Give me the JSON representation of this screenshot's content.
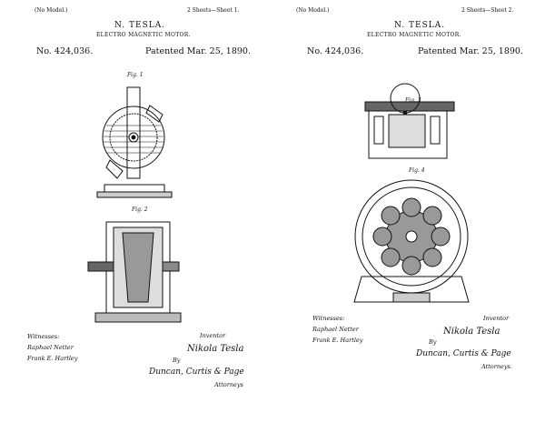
{
  "sheet1": {
    "model": "(No Model.)",
    "sheets": "2 Sheets—Sheet 1.",
    "inventor_name": "N. TESLA.",
    "title": "ELECTRO MAGNETIC MOTOR.",
    "patent_no": "No. 424,036.",
    "patented": "Patented Mar. 25, 1890.",
    "fig1": "Fig. 1",
    "fig2": "Fig. 2",
    "witnesses_label": "Witnesses:",
    "witness1": "Raphael Netter",
    "witness2": "Frank E. Hartley",
    "inventor_label": "Inventor",
    "signature": "Nikola Tesla",
    "by": "By",
    "attorney_sig": "Duncan, Curtis & Page",
    "attorneys_label": "Attorneys"
  },
  "sheet2": {
    "model": "(No Model.)",
    "sheets": "2 Sheets—Sheet 2.",
    "inventor_name": "N. TESLA.",
    "title": "ELECTRO MAGNETIC MOTOR.",
    "patent_no": "No. 424,036.",
    "patented": "Patented Mar. 25, 1890.",
    "fig3": "Fig. 3",
    "fig4": "Fig. 4",
    "witnesses_label": "Witnesses:",
    "witness1": "Raphael Netter",
    "witness2": "Frank E. Hartley",
    "inventor_label": "Inventor",
    "signature": "Nikola Tesla",
    "by": "By",
    "attorney_sig": "Duncan, Curtis & Page",
    "attorneys_label": "Attorneys."
  }
}
